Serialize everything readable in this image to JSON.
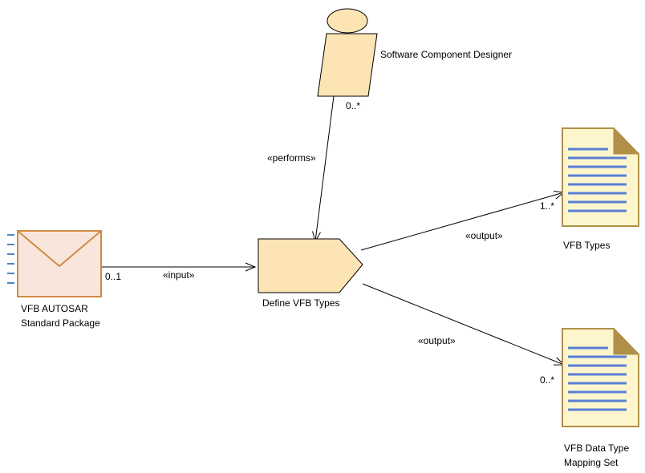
{
  "colors": {
    "role_fill": "#fce4b4",
    "task_fill": "#fce4b4",
    "package_fill": "#f8e6dc",
    "package_stroke": "#d08a40",
    "doc_fill": "#fdf6cc",
    "doc_stroke": "#b09048",
    "doc_lines": "#5a7fd6",
    "edge": "#000000",
    "stub": "#4a86c8"
  },
  "nodes": {
    "role": {
      "label": "Software Component Designer",
      "icon": "role-icon"
    },
    "task": {
      "label": "Define VFB Types",
      "icon": "task-icon"
    },
    "package": {
      "label_line1": "VFB AUTOSAR",
      "label_line2": "Standard Package",
      "icon": "package-icon"
    },
    "vfb_types": {
      "label": "VFB Types",
      "icon": "document-icon"
    },
    "mapping_set": {
      "label_line1": "VFB Data Type",
      "label_line2": "Mapping Set",
      "icon": "document-icon"
    }
  },
  "edges": {
    "performs": {
      "stereotype": "«performs»",
      "multiplicity": "0..*"
    },
    "input": {
      "stereotype": "«input»",
      "multiplicity": "0..1"
    },
    "output_types": {
      "stereotype": "«output»",
      "multiplicity": "1..*"
    },
    "output_mapping": {
      "stereotype": "«output»",
      "multiplicity": "0..*"
    }
  }
}
